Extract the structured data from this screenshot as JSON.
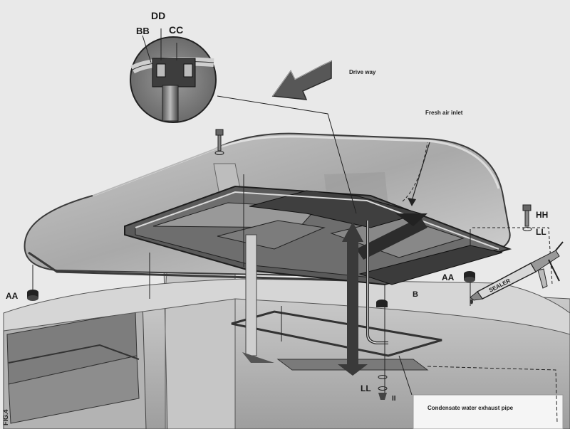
{
  "figure_label": "FIG.4",
  "notes": {
    "drive_way": "Drive way",
    "fresh_air_inlet": "Fresh air inlet",
    "condensate_pipe": "Condensate water exhaust pipe"
  },
  "parts": {
    "dd": "DD",
    "bb": "BB",
    "cc": "CC",
    "hh": "HH",
    "ll_right": "LL",
    "aa_right": "AA",
    "aa_left": "AA",
    "b": "B",
    "ll_bottom": "LL",
    "ii": "II"
  },
  "sealer_text": "SEALER",
  "colors": {
    "background": "#e9e9e9",
    "metal_dark": "#2e2e2e",
    "metal_mid": "#8a8a8a",
    "metal_light": "#d2d2d2"
  }
}
